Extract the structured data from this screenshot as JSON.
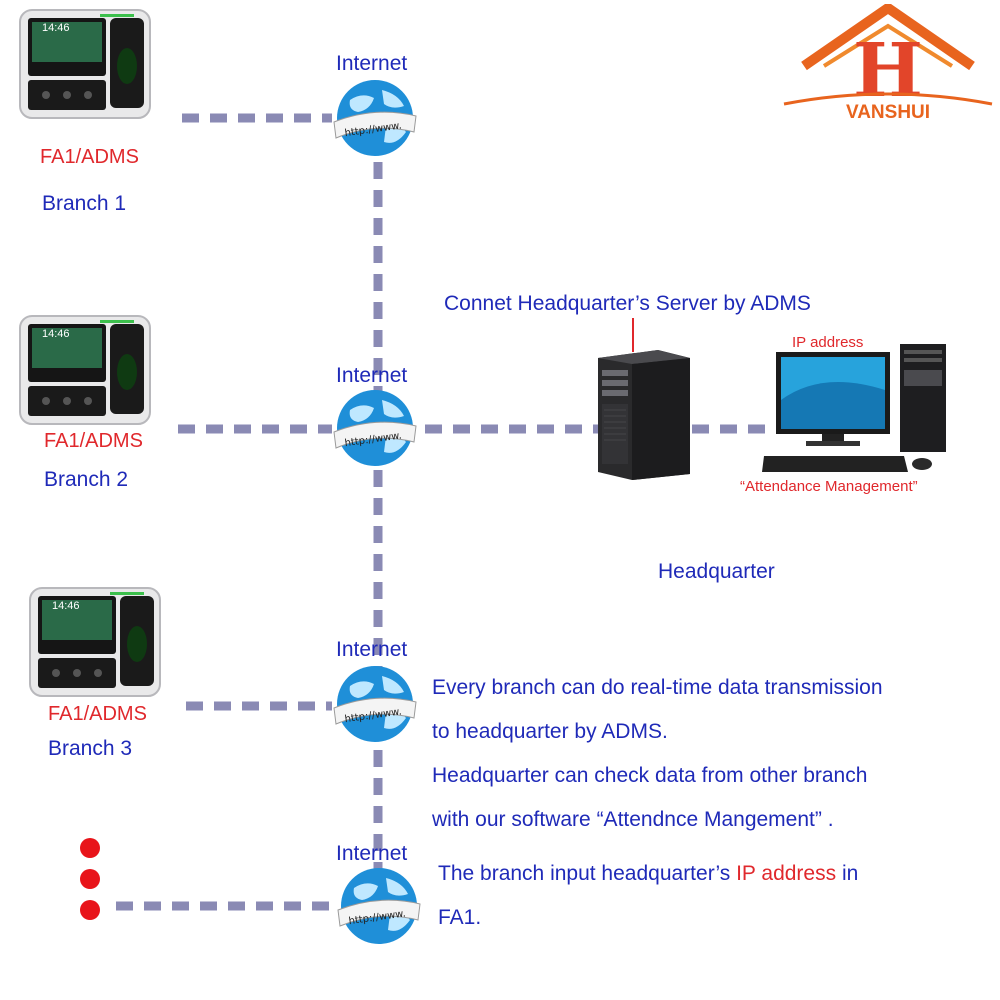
{
  "brand": {
    "name": "VANSHUI",
    "letter": "H"
  },
  "branches": [
    {
      "device": "FA1/ADMS",
      "name": "Branch 1",
      "screen_time": "14:46"
    },
    {
      "device": "FA1/ADMS",
      "name": "Branch 2",
      "screen_time": "14:46"
    },
    {
      "device": "FA1/ADMS",
      "name": "Branch 3",
      "screen_time": "14:46"
    }
  ],
  "internet_nodes": [
    {
      "label": "Internet",
      "globe_text": "http://www."
    },
    {
      "label": "Internet",
      "globe_text": "http://www."
    },
    {
      "label": "Internet",
      "globe_text": "http://www."
    },
    {
      "label": "Internet",
      "globe_text": "http://www."
    }
  ],
  "headquarter": {
    "server_caption": "Connet Headquarter’s Server by ADMS",
    "ip_label": "IP address",
    "software_caption": "“Attendance Management”",
    "title": "Headquarter"
  },
  "description": {
    "lines": [
      "Every branch can do real-time data transmission",
      "to headquarter by ADMS.",
      "Headquarter can check data from other branch",
      "with our software “Attendnce Mangement” ."
    ],
    "note": {
      "before": "The branch input  headquarter’s ",
      "highlight": "IP address",
      "after": " in",
      "line2": "FA1."
    }
  },
  "colors": {
    "text_blue": "#1f2ab8",
    "highlight_red": "#e0282c",
    "link_dash": "#8a8ab4",
    "dot_red": "#e8141a",
    "brand_orange": "#e8641e"
  },
  "icons": [
    "attendance-terminal-icon",
    "internet-globe-icon",
    "server-tower-icon",
    "desktop-computer-icon",
    "vanshui-logo"
  ]
}
